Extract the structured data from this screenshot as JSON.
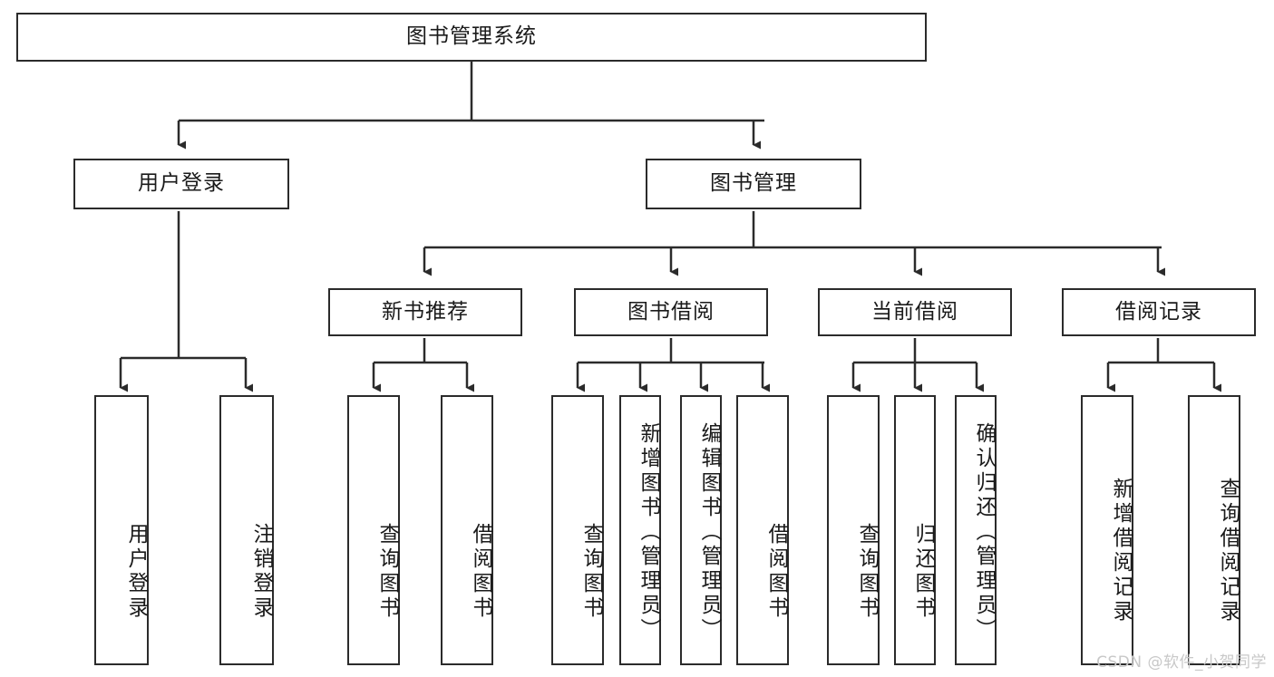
{
  "diagram": {
    "title": "图书管理系统",
    "type": "hierarchy-tree",
    "orientation": "top-down",
    "colors": {
      "background": "#ffffff",
      "node_border": "#2b2b2b",
      "node_fill": "#ffffff",
      "edge": "#2b2b2b",
      "text": "#1a1a1a",
      "watermark": "#c8c8c8"
    },
    "watermark": "CSDN @软件_小贺同学"
  },
  "nodes": {
    "root": {
      "label": "图书管理系统",
      "level": 1
    },
    "level2": [
      {
        "id": "user_login",
        "label": "用户登录"
      },
      {
        "id": "book_manage",
        "label": "图书管理"
      }
    ],
    "level3": [
      {
        "id": "new_book_rec",
        "label": "新书推荐"
      },
      {
        "id": "book_borrow",
        "label": "图书借阅"
      },
      {
        "id": "current_borrow",
        "label": "当前借阅"
      },
      {
        "id": "borrow_record",
        "label": "借阅记录"
      }
    ],
    "leaves": {
      "user_login": [
        {
          "id": "leaf_user_login",
          "label": "用户登录"
        },
        {
          "id": "leaf_logout",
          "label": "注销登录"
        }
      ],
      "new_book_rec": [
        {
          "id": "leaf_query_book_1",
          "label": "查询图书"
        },
        {
          "id": "leaf_borrow_book_1",
          "label": "借阅图书"
        }
      ],
      "book_borrow": [
        {
          "id": "leaf_query_book_2",
          "label": "查询图书"
        },
        {
          "id": "leaf_add_book",
          "label": "新增图书（管理员）"
        },
        {
          "id": "leaf_edit_book",
          "label": "编辑图书（管理员）"
        },
        {
          "id": "leaf_borrow_book_2",
          "label": "借阅图书"
        }
      ],
      "current_borrow": [
        {
          "id": "leaf_query_book_3",
          "label": "查询图书"
        },
        {
          "id": "leaf_return_book",
          "label": "归还图书"
        },
        {
          "id": "leaf_confirm_return",
          "label": "确认归还（管理员）"
        }
      ],
      "borrow_record": [
        {
          "id": "leaf_add_record",
          "label": "新增借阅记录"
        },
        {
          "id": "leaf_query_record",
          "label": "查询借阅记录"
        }
      ]
    }
  },
  "edges": [
    {
      "from": "图书管理系统",
      "to": "用户登录"
    },
    {
      "from": "图书管理系统",
      "to": "图书管理"
    },
    {
      "from": "图书管理",
      "to": "新书推荐"
    },
    {
      "from": "图书管理",
      "to": "图书借阅"
    },
    {
      "from": "图书管理",
      "to": "当前借阅"
    },
    {
      "from": "图书管理",
      "to": "借阅记录"
    },
    {
      "from": "用户登录",
      "to": "用户登录"
    },
    {
      "from": "用户登录",
      "to": "注销登录"
    },
    {
      "from": "新书推荐",
      "to": "查询图书"
    },
    {
      "from": "新书推荐",
      "to": "借阅图书"
    },
    {
      "from": "图书借阅",
      "to": "查询图书"
    },
    {
      "from": "图书借阅",
      "to": "新增图书（管理员）"
    },
    {
      "from": "图书借阅",
      "to": "编辑图书（管理员）"
    },
    {
      "from": "图书借阅",
      "to": "借阅图书"
    },
    {
      "from": "当前借阅",
      "to": "查询图书"
    },
    {
      "from": "当前借阅",
      "to": "归还图书"
    },
    {
      "from": "当前借阅",
      "to": "确认归还（管理员）"
    },
    {
      "from": "借阅记录",
      "to": "新增借阅记录"
    },
    {
      "from": "借阅记录",
      "to": "查询借阅记录"
    }
  ]
}
